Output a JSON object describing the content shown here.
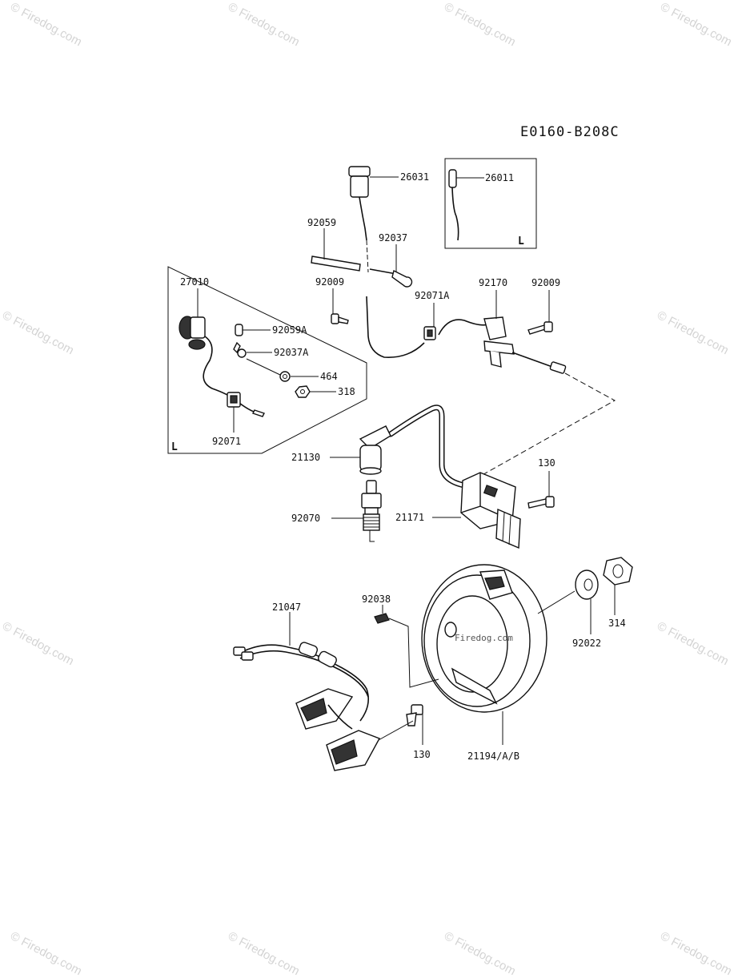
{
  "diagram_code": "E0160-B208C",
  "watermark": "© Firedog.com",
  "parts": {
    "p26031": "26031",
    "p26011": "26011",
    "p92059": "92059",
    "p92037": "92037",
    "p92009a": "92009",
    "p92071A": "92071A",
    "p92170": "92170",
    "p92009b": "92009",
    "p27010": "27010",
    "p92059A": "92059A",
    "p92037A": "92037A",
    "p464": "464",
    "p318": "318",
    "p92071": "92071",
    "p21130": "21130",
    "p130a": "130",
    "p92070": "92070",
    "p21171": "21171",
    "p21047": "21047",
    "p92038": "92038",
    "p92022": "92022",
    "p314": "314",
    "p130b": "130",
    "p21194": "21194/A/B"
  },
  "box_marks": {
    "upper_box": "L",
    "left_box": "L"
  }
}
